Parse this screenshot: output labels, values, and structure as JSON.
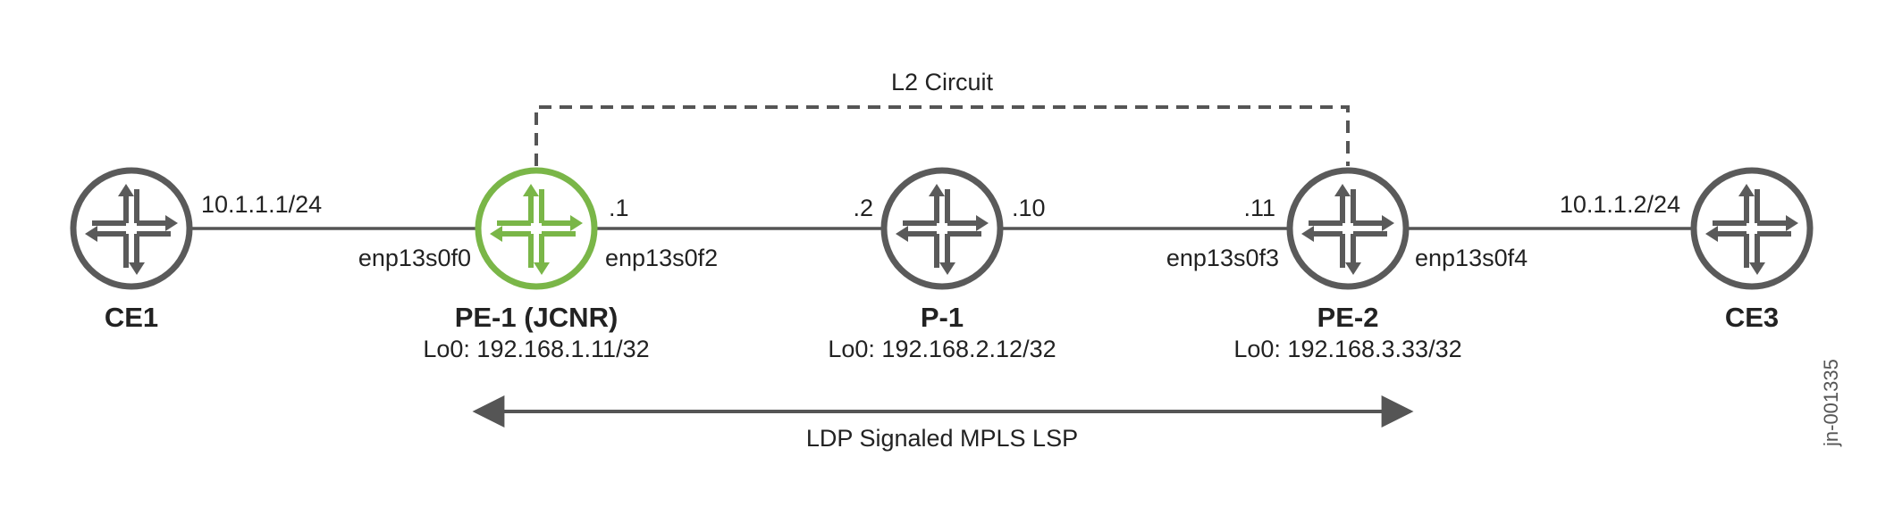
{
  "colors": {
    "router_default": "#5a5a5a",
    "router_highlight": "#7ab648",
    "line": "#555555",
    "text": "#222222"
  },
  "routers": [
    {
      "id": "ce1",
      "name": "CE1",
      "loopback": "",
      "icon": "router-icon",
      "highlight": false
    },
    {
      "id": "pe1",
      "name": "PE-1 (JCNR)",
      "loopback": "Lo0: 192.168.1.11/32",
      "icon": "router-icon",
      "highlight": true
    },
    {
      "id": "p1",
      "name": "P-1",
      "loopback": "Lo0: 192.168.2.12/32",
      "icon": "router-icon",
      "highlight": false
    },
    {
      "id": "pe2",
      "name": "PE-2",
      "loopback": "Lo0: 192.168.3.33/32",
      "icon": "router-icon",
      "highlight": false
    },
    {
      "id": "ce3",
      "name": "CE3",
      "loopback": "",
      "icon": "router-icon",
      "highlight": false
    }
  ],
  "links": {
    "ce1_pe1": {
      "ce_addr": "10.1.1.1/24",
      "pe_iface": "enp13s0f0"
    },
    "pe1_p1": {
      "pe_addr": ".1",
      "pe_iface": "enp13s0f2",
      "p_addr": ".2"
    },
    "p1_pe2": {
      "p_addr": ".10",
      "pe_addr": ".11",
      "pe_iface": "enp13s0f3"
    },
    "pe2_ce3": {
      "pe_iface": "enp13s0f4",
      "ce_addr": "10.1.1.2/24"
    }
  },
  "l2_circuit_label": "L2 Circuit",
  "lsp_label": "LDP Signaled MPLS LSP",
  "doc_id": "jn-001335"
}
